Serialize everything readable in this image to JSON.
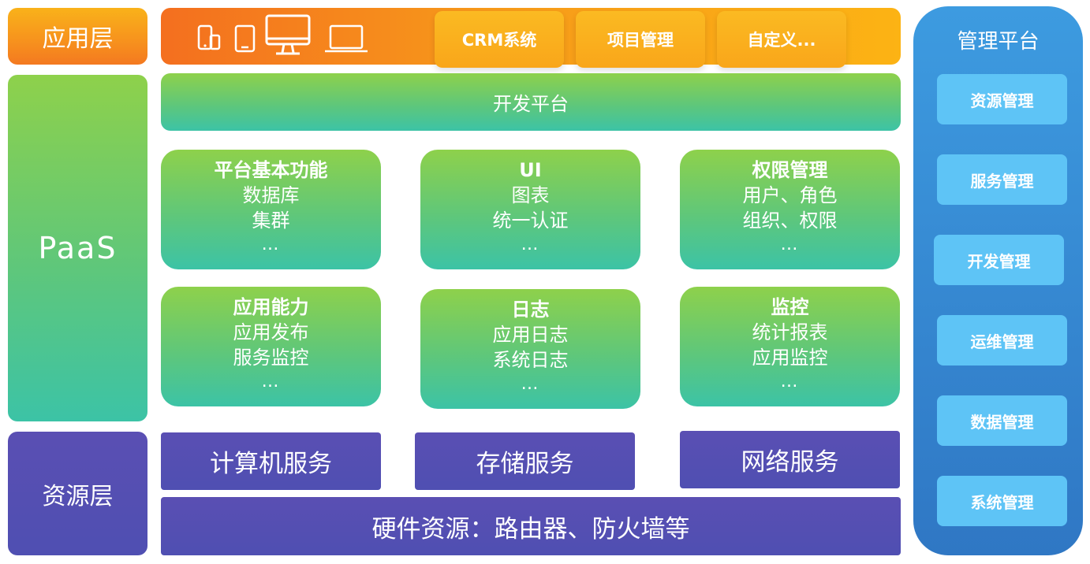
{
  "layers": {
    "application": "应用层",
    "paas": "PaaS",
    "resource": "资源层"
  },
  "app_bar": {
    "devices": [
      "phone-icon",
      "tablet-icon",
      "desktop-icon",
      "laptop-icon"
    ],
    "apps": [
      "CRM系统",
      "项目管理",
      "自定义..."
    ]
  },
  "dev_platform": "开发平台",
  "modules": [
    {
      "title": "平台基本功能",
      "lines": [
        "数据库",
        "集群"
      ],
      "ellipsis": "…"
    },
    {
      "title": "UI",
      "lines": [
        "图表",
        "统一认证"
      ],
      "ellipsis": "…"
    },
    {
      "title": "权限管理",
      "lines": [
        "用户、角色",
        "组织、权限"
      ],
      "ellipsis": "…"
    },
    {
      "title": "应用能力",
      "lines": [
        "应用发布",
        "服务监控"
      ],
      "ellipsis": "…"
    },
    {
      "title": "日志",
      "lines": [
        "应用日志",
        "系统日志"
      ],
      "ellipsis": "…"
    },
    {
      "title": "监控",
      "lines": [
        "统计报表",
        "应用监控"
      ],
      "ellipsis": "…"
    }
  ],
  "services": [
    "计算机服务",
    "存储服务",
    "网络服务"
  ],
  "hardware": "硬件资源：路由器、防火墙等",
  "management": {
    "title": "管理平台",
    "items": [
      "资源管理",
      "服务管理",
      "开发管理",
      "运维管理",
      "数据管理",
      "系统管理"
    ]
  },
  "colors": {
    "orange": "#f7941d",
    "green_top": "#8ed14b",
    "green_bottom": "#3cc3a6",
    "purple": "#5150b2",
    "blue_panel": "#2f77c4",
    "blue_button": "#5ec4f6"
  }
}
